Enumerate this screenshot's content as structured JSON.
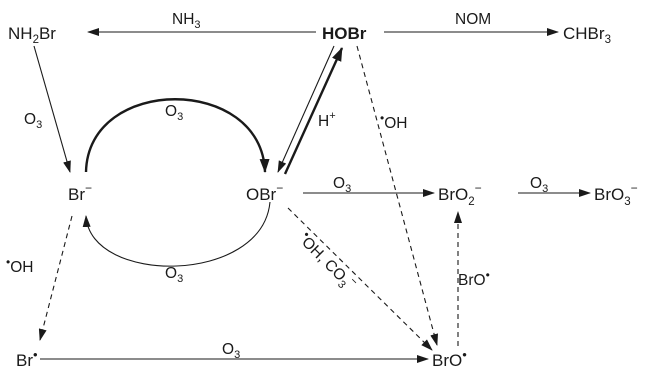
{
  "nodes": {
    "nh2br": {
      "main": "NH",
      "sub": "2",
      "tail": "Br"
    },
    "hobr": "HOBr",
    "chbr3": {
      "main": "CHBr",
      "sub": "3"
    },
    "br_minus": {
      "main": "Br",
      "sup": "−"
    },
    "obr_minus": {
      "main": "OBr",
      "sup": "−"
    },
    "bro2_minus": {
      "main": "BrO",
      "sub": "2",
      "sup": "−"
    },
    "bro3_minus": {
      "main": "BrO",
      "sub": "3",
      "sup": "−"
    },
    "br_radical": {
      "main": "Br",
      "dot": "•"
    },
    "bro_radical": {
      "main": "BrO",
      "dot": "•"
    }
  },
  "labels": {
    "nh3": {
      "main": "NH",
      "sub": "3"
    },
    "nom": "NOM",
    "o3_left": {
      "main": "O",
      "sub": "3"
    },
    "o3_arc_top": {
      "main": "O",
      "sub": "3"
    },
    "o3_arc_bottom": {
      "main": "O",
      "sub": "3"
    },
    "o3_obr_bro2": {
      "main": "O",
      "sub": "3"
    },
    "o3_bro2_bro3": {
      "main": "O",
      "sub": "3"
    },
    "o3_bottom": {
      "main": "O",
      "sub": "3"
    },
    "h_plus": {
      "main": "H",
      "sup": "+"
    },
    "oh_hobr": {
      "dot": "•",
      "main": "OH"
    },
    "oh_left": {
      "dot": "•",
      "main": "OH"
    },
    "oh_co3": {
      "dot": "•",
      "main": "OH, CO",
      "sub": "3",
      "sup": "−"
    },
    "bro_up": {
      "main": "BrO",
      "dot": "•"
    }
  }
}
